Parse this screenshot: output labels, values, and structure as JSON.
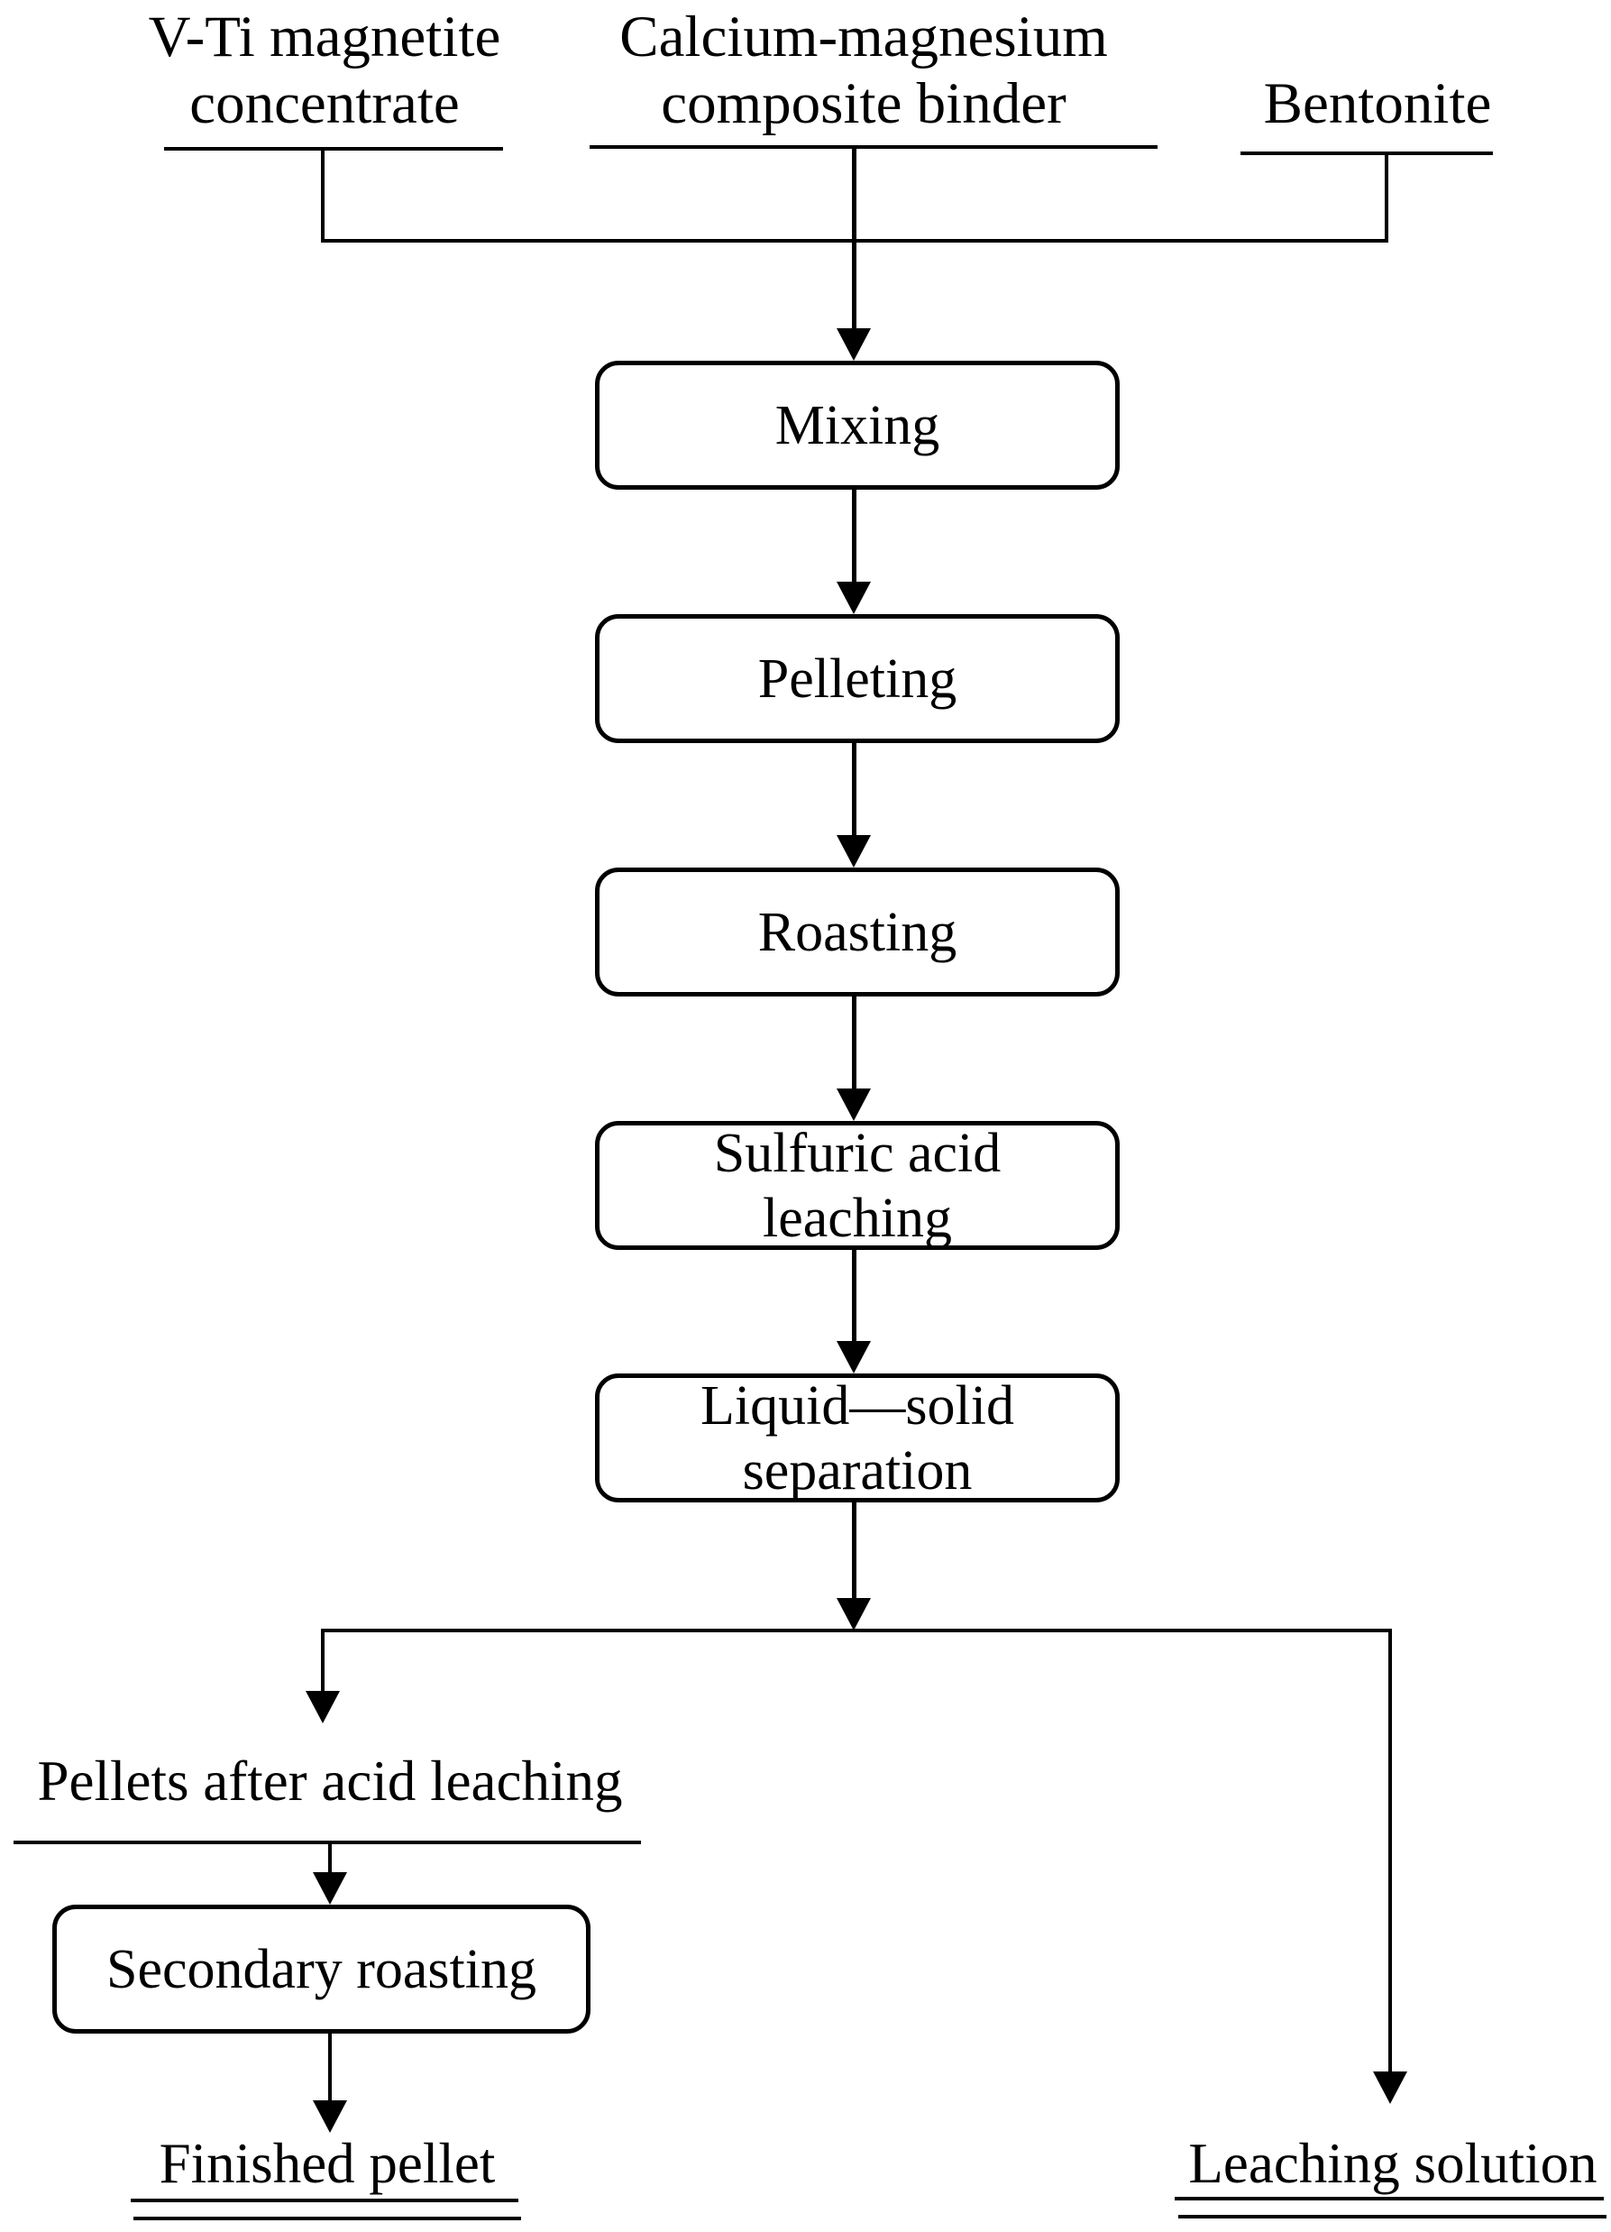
{
  "diagram": {
    "inputs": [
      {
        "label": "V-Ti magnetite\nconcentrate"
      },
      {
        "label": "Calcium-magnesium\ncomposite binder"
      },
      {
        "label": "Bentonite"
      }
    ],
    "steps": [
      {
        "label": "Mixing"
      },
      {
        "label": "Pelleting"
      },
      {
        "label": "Roasting"
      },
      {
        "label": "Sulfuric acid\nleaching"
      },
      {
        "label": "Liquid—solid\nseparation"
      },
      {
        "label": "Secondary roasting"
      }
    ],
    "outputs": {
      "pellets_after_acid_leaching": "Pellets after acid leaching",
      "finished_pellet": "Finished pellet",
      "leaching_solution": "Leaching solution"
    },
    "colors": {
      "line": "#000000",
      "background": "#ffffff"
    }
  }
}
